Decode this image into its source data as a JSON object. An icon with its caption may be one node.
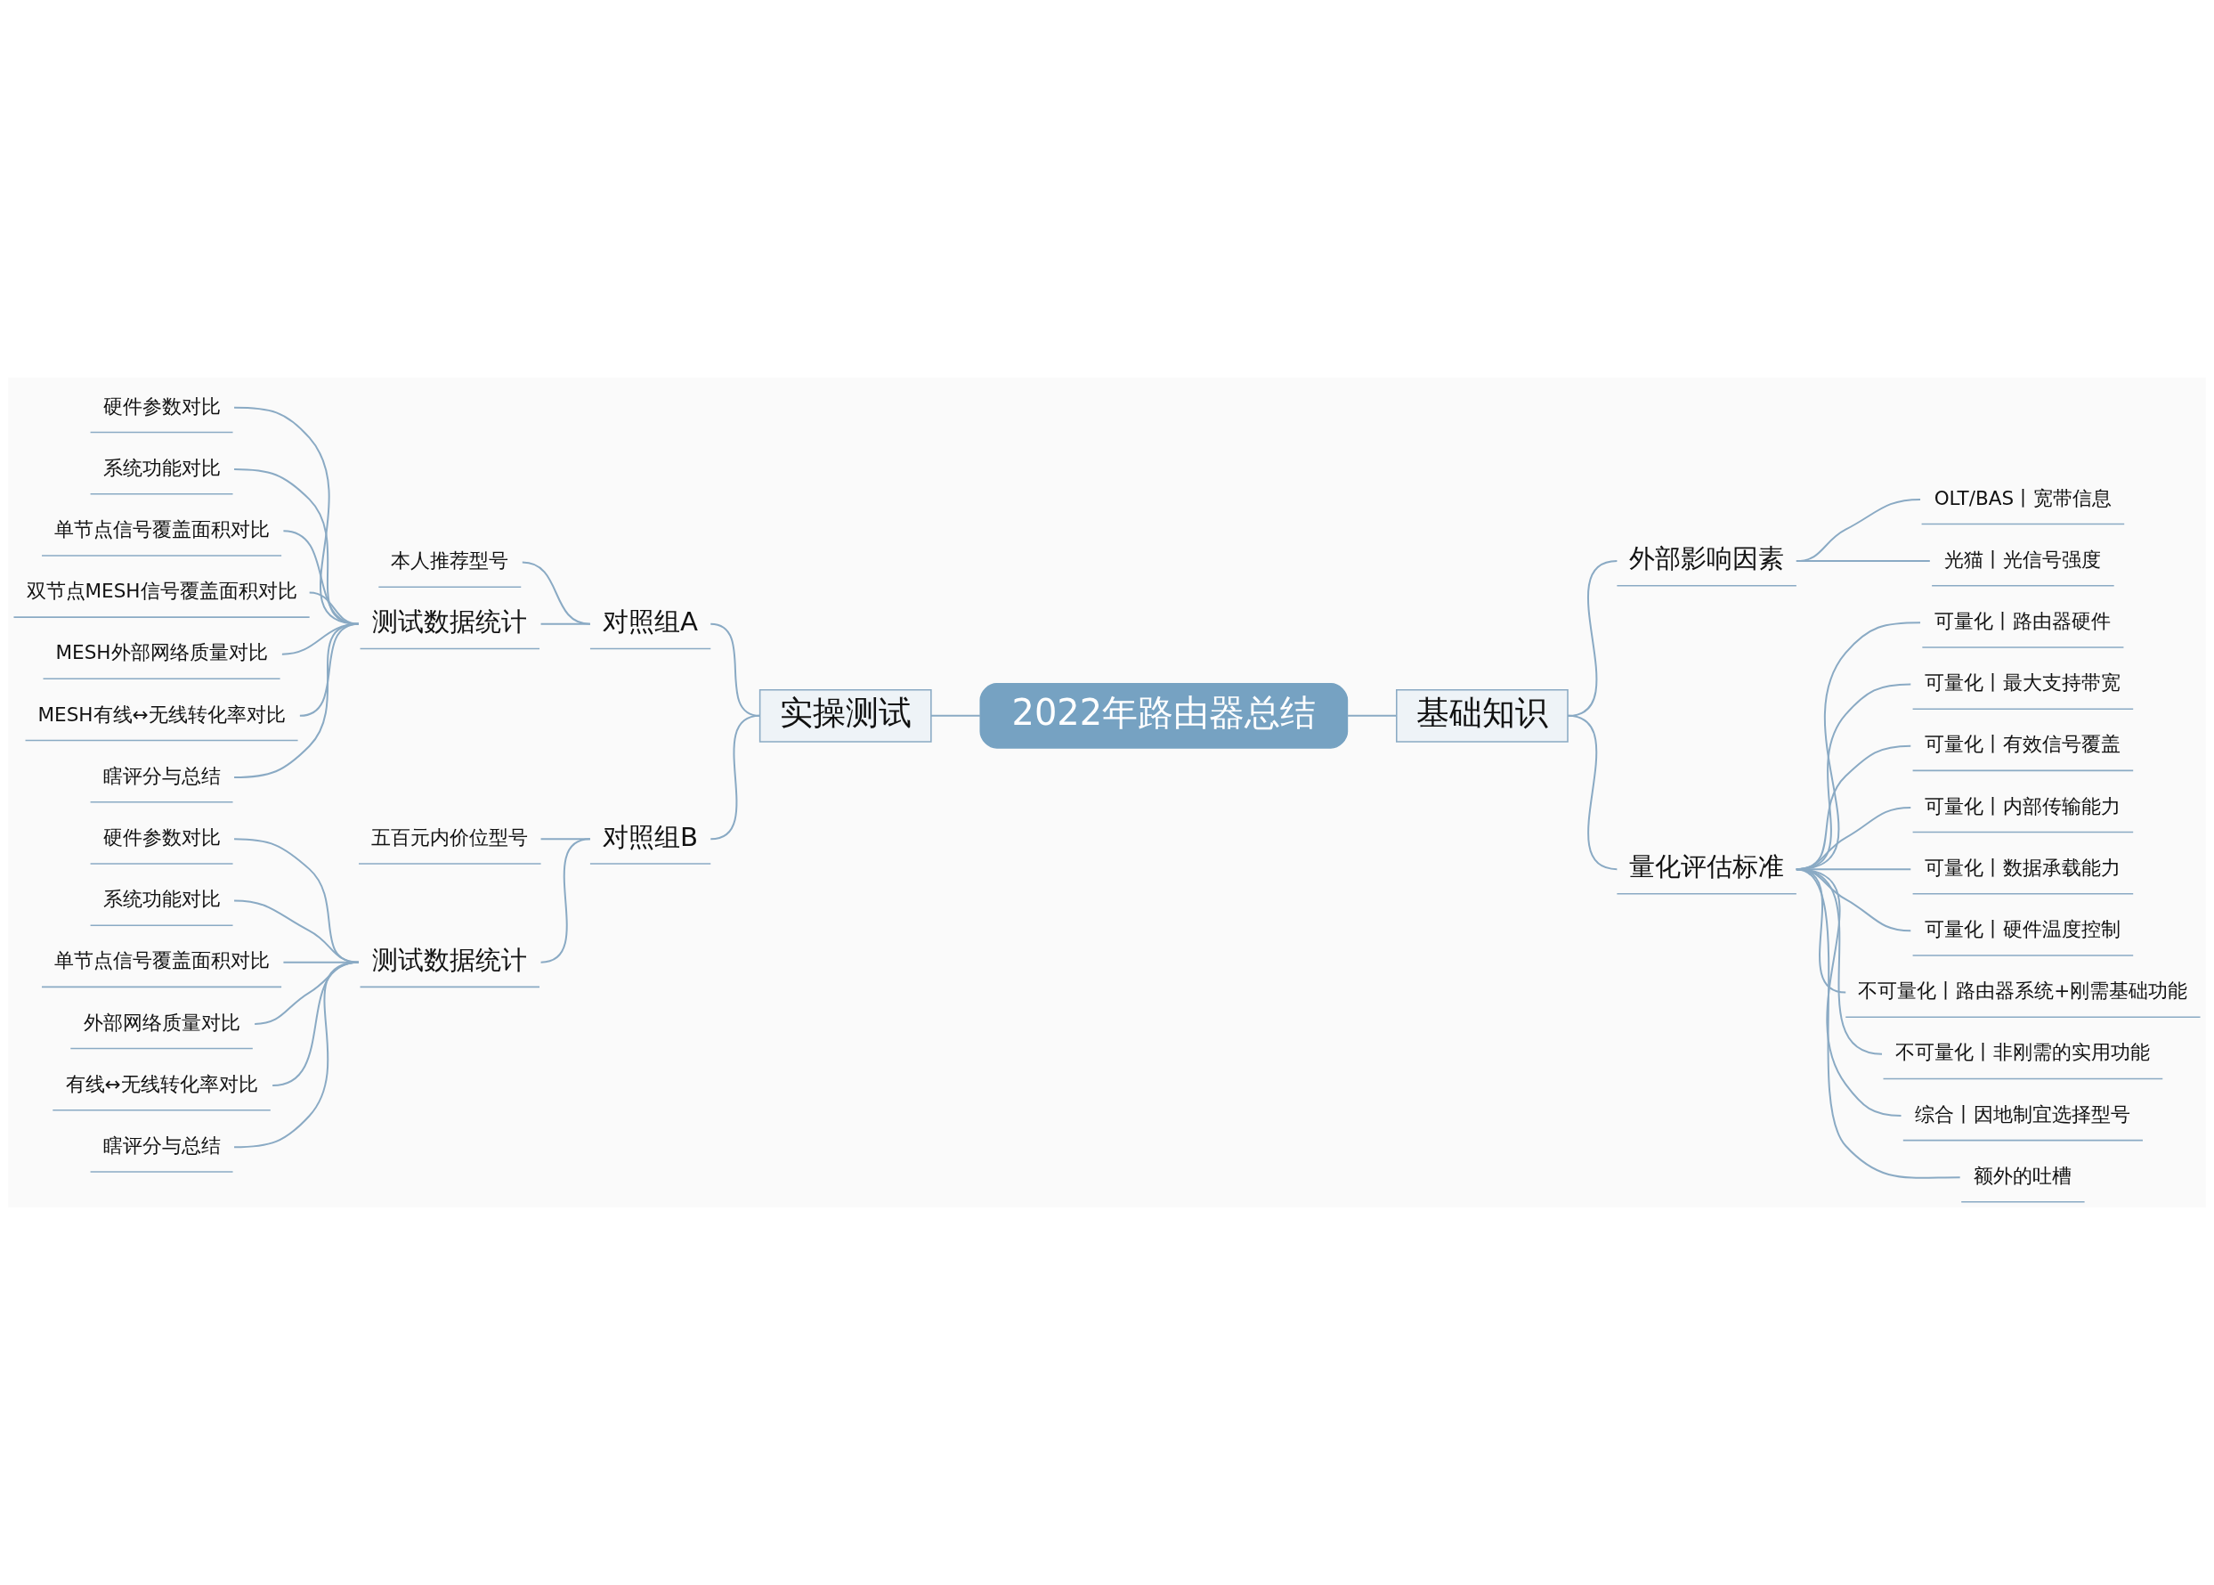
{
  "diagram": {
    "nodes": [
      {
        "text": [
          "2022年路由器总结"
        ]
      },
      {
        "text": [
          "实操测试"
        ]
      },
      {
        "text": [
          "对照组A"
        ]
      },
      {
        "text": [
          "本人推荐型号"
        ]
      },
      {
        "text": [
          "测试数据统计"
        ]
      },
      {
        "text": [
          "硬件参数对比"
        ]
      },
      {
        "text": [
          "系统功能对比"
        ]
      },
      {
        "text": [
          "单节点信号覆盖面积对比"
        ]
      },
      {
        "text": [
          "双节点MESH信号覆盖面积对比"
        ]
      },
      {
        "text": [
          "MESH外部网络质量对比"
        ]
      },
      {
        "text": [
          "MESH有线↔无线转化率对比"
        ]
      },
      {
        "text": [
          "瞎评分与总结"
        ]
      },
      {
        "text": [
          "对照组B"
        ]
      },
      {
        "text": [
          "五百元内价位型号"
        ]
      },
      {
        "text": [
          "测试数据统计"
        ]
      },
      {
        "text": [
          "硬件参数对比"
        ]
      },
      {
        "text": [
          "系统功能对比"
        ]
      },
      {
        "text": [
          "单节点信号覆盖面积对比"
        ]
      },
      {
        "text": [
          "外部网络质量对比"
        ]
      },
      {
        "text": [
          "有线↔无线转化率对比"
        ]
      },
      {
        "text": [
          "瞎评分与总结"
        ]
      },
      {
        "text": [
          "基础知识"
        ]
      },
      {
        "text": [
          "外部影响因素"
        ]
      },
      {
        "text": [
          "OLT/BAS丨宽带信息"
        ]
      },
      {
        "text": [
          "光猫丨光信号强度"
        ]
      },
      {
        "text": [
          "量化评估标准"
        ]
      },
      {
        "text": [
          "可量化丨路由器硬件"
        ]
      },
      {
        "text": [
          "可量化丨最大支持带宽"
        ]
      },
      {
        "text": [
          "可量化丨有效信号覆盖"
        ]
      },
      {
        "text": [
          "可量化丨内部传输能力"
        ]
      },
      {
        "text": [
          "可量化丨数据承载能力"
        ]
      },
      {
        "text": [
          "可量化丨硬件温度控制"
        ]
      },
      {
        "text": [
          "不可量化丨路由器系统+刚需基础功能"
        ]
      },
      {
        "text": [
          "不可量化丨非刚需的实用功能"
        ]
      },
      {
        "text": [
          "综合丨因地制宜选择型号"
        ]
      },
      {
        "text": [
          "额外的吐槽"
        ]
      }
    ],
    "edges": [
      {
        "from": 1,
        "to": 0,
        "arrow": "none"
      },
      {
        "from": 2,
        "to": 1,
        "arrow": "none"
      },
      {
        "from": 3,
        "to": 2,
        "arrow": "none"
      },
      {
        "from": 4,
        "to": 2,
        "arrow": "none"
      },
      {
        "from": 5,
        "to": 4,
        "arrow": "none"
      },
      {
        "from": 6,
        "to": 4,
        "arrow": "none"
      },
      {
        "from": 7,
        "to": 4,
        "arrow": "none"
      },
      {
        "from": 8,
        "to": 4,
        "arrow": "none"
      },
      {
        "from": 9,
        "to": 4,
        "arrow": "none"
      },
      {
        "from": 10,
        "to": 4,
        "arrow": "none"
      },
      {
        "from": 11,
        "to": 4,
        "arrow": "none"
      },
      {
        "from": 12,
        "to": 1,
        "arrow": "none"
      },
      {
        "from": 13,
        "to": 12,
        "arrow": "none"
      },
      {
        "from": 14,
        "to": 12,
        "arrow": "none"
      },
      {
        "from": 15,
        "to": 14,
        "arrow": "none"
      },
      {
        "from": 16,
        "to": 14,
        "arrow": "none"
      },
      {
        "from": 17,
        "to": 14,
        "arrow": "none"
      },
      {
        "from": 18,
        "to": 14,
        "arrow": "none"
      },
      {
        "from": 19,
        "to": 14,
        "arrow": "none"
      },
      {
        "from": 20,
        "to": 14,
        "arrow": "none"
      },
      {
        "from": 0,
        "to": 21,
        "arrow": "none"
      },
      {
        "from": 21,
        "to": 22,
        "arrow": "none"
      },
      {
        "from": 22,
        "to": 23,
        "arrow": "none"
      },
      {
        "from": 22,
        "to": 24,
        "arrow": "none"
      },
      {
        "from": 21,
        "to": 25,
        "arrow": "none"
      },
      {
        "from": 25,
        "to": 26,
        "arrow": "none"
      },
      {
        "from": 25,
        "to": 27,
        "arrow": "none"
      },
      {
        "from": 25,
        "to": 28,
        "arrow": "none"
      },
      {
        "from": 25,
        "to": 29,
        "arrow": "none"
      },
      {
        "from": 25,
        "to": 30,
        "arrow": "none"
      },
      {
        "from": 25,
        "to": 31,
        "arrow": "none"
      },
      {
        "from": 25,
        "to": 32,
        "arrow": "none"
      },
      {
        "from": 25,
        "to": 33,
        "arrow": "none"
      },
      {
        "from": 25,
        "to": 34,
        "arrow": "none"
      },
      {
        "from": 25,
        "to": 35,
        "arrow": "none"
      }
    ]
  }
}
